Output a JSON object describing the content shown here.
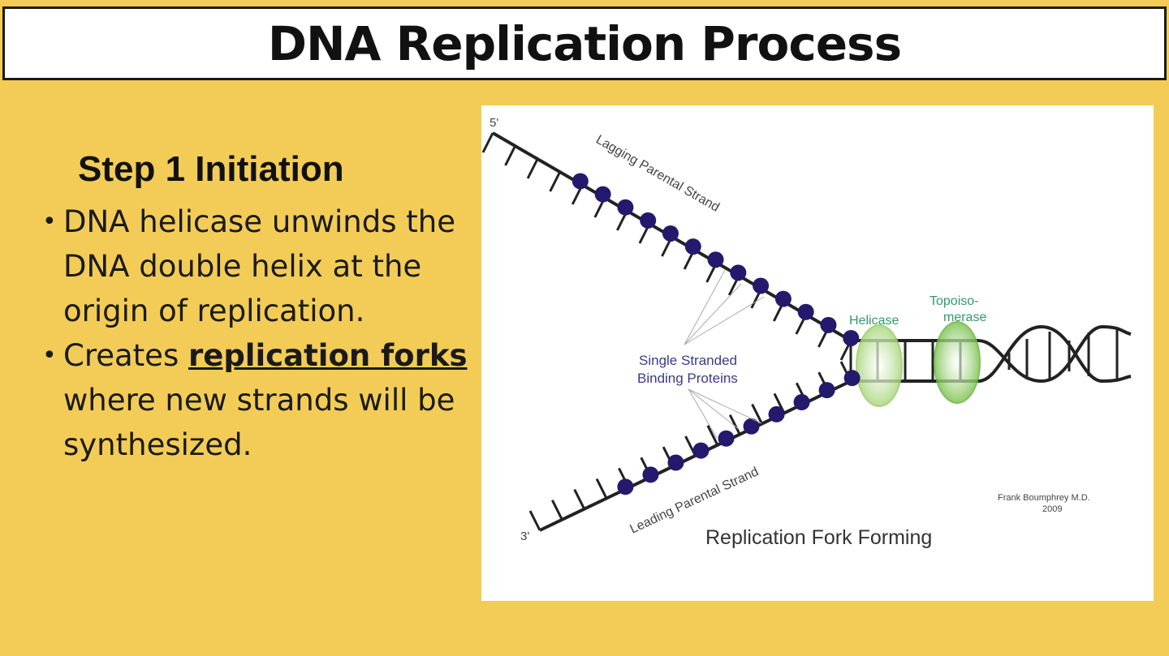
{
  "slide": {
    "title": "DNA Replication Process",
    "step_heading": "Step 1 Initiation",
    "bullets": [
      {
        "text": "DNA helicase unwinds the DNA double helix at the origin of replication."
      },
      {
        "prefix": "Creates ",
        "key_term": "replication forks",
        "suffix": " where new strands will be synthesized."
      }
    ]
  },
  "figure": {
    "caption": "Replication Fork Forming",
    "labels": {
      "five_prime": "5'",
      "three_prime": "3'",
      "lagging_strand": "Lagging Parental Strand",
      "leading_strand": "Leading Parental Strand",
      "ssb_line1": "Single Stranded",
      "ssb_line2": "Binding Proteins",
      "helicase": "Helicase",
      "topo_line1": "Topoiso-",
      "topo_line2": "merase",
      "credit_line1": "Frank Boumphrey M.D.",
      "credit_line2": "2009"
    },
    "colors": {
      "background": "#f2cc57",
      "ssb_protein": "#231a6e",
      "helicase": "#a9d67d",
      "topoisomerase": "#7cc250",
      "enzyme_label": "#2f9a6a",
      "ssb_label": "#3b3b86"
    }
  }
}
